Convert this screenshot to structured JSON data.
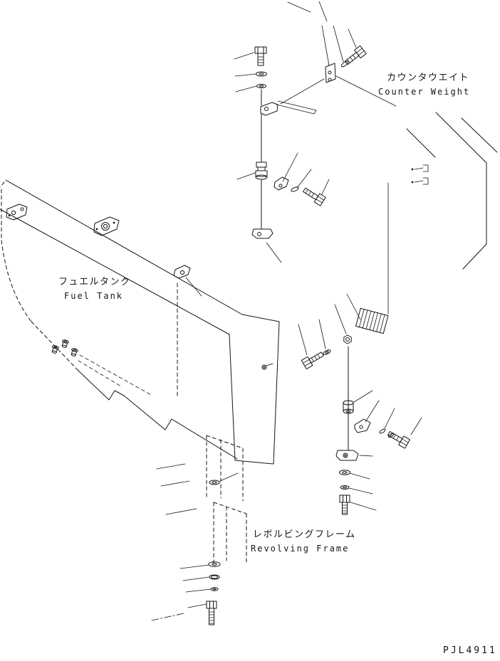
{
  "drawing": {
    "number": "PJL4911"
  },
  "labels": {
    "counter_weight": {
      "jp": "カウンタウエイト",
      "en": "Counter Weight"
    },
    "fuel_tank": {
      "jp": "フュエルタンク",
      "en": "Fuel Tank"
    },
    "revolving_frame": {
      "jp": "レボルビングフレーム",
      "en": "Revolving Frame"
    }
  },
  "colors": {
    "line": "#151515",
    "background": "#ffffff"
  },
  "components": [
    "hex-bolt",
    "plain-washer",
    "spring-washer",
    "hinge-bracket",
    "link-bracket",
    "pin",
    "clamp",
    "elbow-fitting",
    "tube-assembly",
    "port-fittings",
    "protector-plate",
    "mount-plate",
    "fuel-tank-outline",
    "counter-weight-outline",
    "revolving-frame-outline"
  ]
}
